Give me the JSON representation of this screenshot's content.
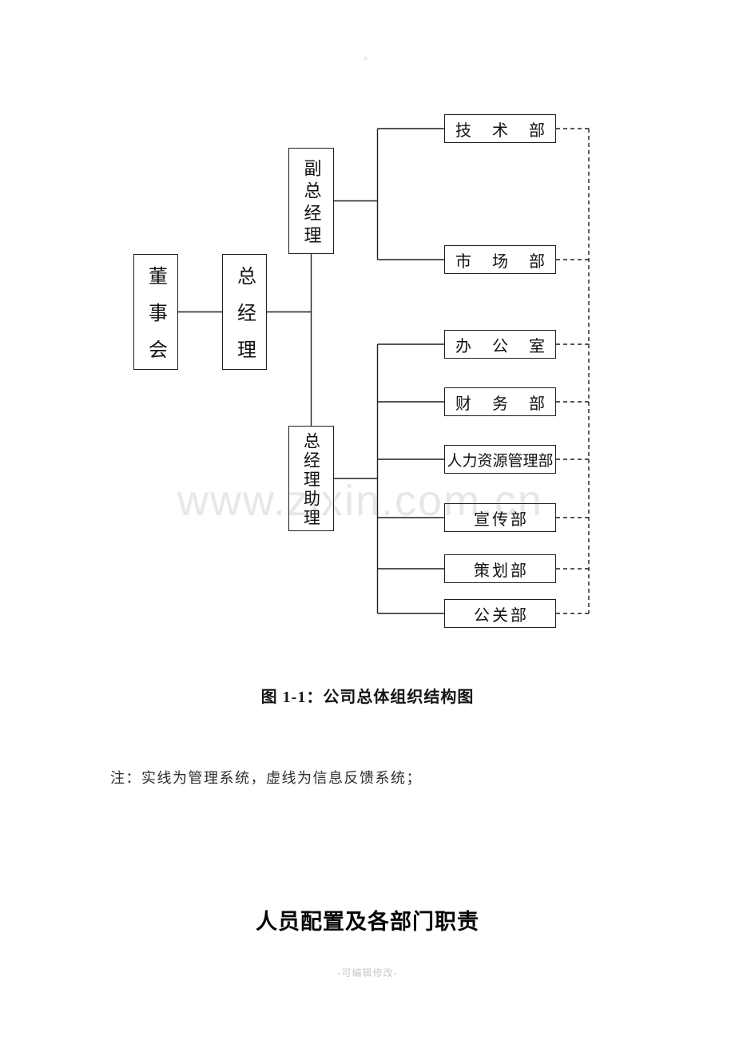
{
  "page": {
    "watermark_text": "www.zixin.com.cn",
    "footer_text": "-可编辑修改-"
  },
  "chart": {
    "caption": "图 1-1：公司总体组织结构图",
    "note": "注：实线为管理系统，虚线为信息反馈系统；",
    "nodes": {
      "board": {
        "label": "董事会"
      },
      "general_manager": {
        "label": "总经理"
      },
      "deputy_general_manager": {
        "label": "副总经理"
      },
      "gm_assistant": {
        "label": "总经理助理"
      }
    },
    "departments": [
      {
        "label": "技术部"
      },
      {
        "label": "市场部"
      },
      {
        "label": "办公室"
      },
      {
        "label": "财务部"
      },
      {
        "label": "人力资源管理部"
      },
      {
        "label": "宣传部"
      },
      {
        "label": "策划部"
      },
      {
        "label": "公关部"
      }
    ],
    "legend": {
      "solid_line_meaning": "管理系统",
      "dashed_line_meaning": "信息反馈系统"
    }
  },
  "section": {
    "heading": "人员配置及各部门职责"
  },
  "colors": {
    "line": "#1f1f1f",
    "watermark": "#e7e7e7",
    "footer_text": "#c8c8c8",
    "background": "#ffffff"
  }
}
